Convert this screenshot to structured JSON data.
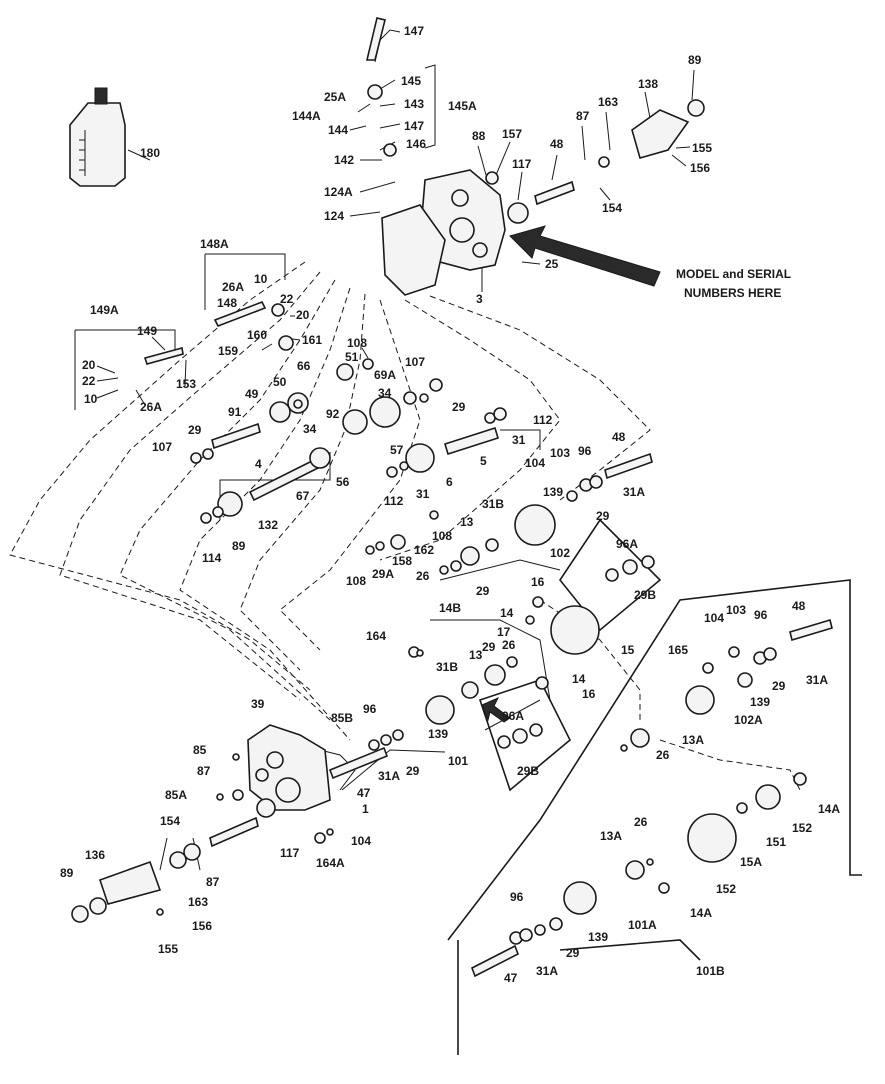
{
  "labels": {
    "l147_top": "147",
    "l145": "145",
    "l145A": "145A",
    "l25A": "25A",
    "l143": "143",
    "l144A": "144A",
    "l147_mid": "147",
    "l144": "144",
    "l146": "146",
    "l142": "142",
    "l124A": "124A",
    "l124": "124",
    "l180": "180",
    "l88": "88",
    "l157": "157",
    "l117_top": "117",
    "l48_top": "48",
    "l87_top": "87",
    "l163_top": "163",
    "l138": "138",
    "l89_top": "89",
    "l155_top": "155",
    "l156_top": "156",
    "l154_top": "154",
    "l25": "25",
    "l3": "3",
    "l148A": "148A",
    "l26A_top": "26A",
    "l10_top": "10",
    "l22_top": "22",
    "l148": "148",
    "l20_top": "20",
    "l149A": "149A",
    "l149": "149",
    "l160": "160",
    "l161": "161",
    "l159": "159",
    "l108_a": "108",
    "l20_left": "20",
    "l22_left": "22",
    "l153": "153",
    "l51": "51",
    "l66": "66",
    "l69A": "69A",
    "l10_left": "10",
    "l26A_left": "26A",
    "l107_a": "107",
    "l50": "50",
    "l49": "49",
    "l34_a": "34",
    "l91": "91",
    "l92": "92",
    "l29_a": "29",
    "l112_a": "112",
    "l29_b": "29",
    "l107_b": "107",
    "l34_b": "34",
    "l57": "57",
    "l31_a": "31",
    "l4": "4",
    "l5": "5",
    "l56": "56",
    "l6": "6",
    "l104_a": "104",
    "l103_a": "103",
    "l96_a": "96",
    "l48_mid": "48",
    "l31A_a": "31A",
    "l67": "67",
    "l112_b": "112",
    "l31_b": "31",
    "l139_a": "139",
    "l29_c": "29",
    "l31B_a": "31B",
    "l132": "132",
    "l89_mid": "89",
    "l114": "114",
    "l108_b": "108",
    "l13_a": "13",
    "l162": "162",
    "l158": "158",
    "l108_c": "108",
    "l29A": "29A",
    "l26_a": "26",
    "l29_d": "29",
    "l102": "102",
    "l96A_a": "96A",
    "l29B_a": "29B",
    "l16_a": "16",
    "l14B": "14B",
    "l14_a": "14",
    "l17": "17",
    "l164": "164",
    "l15": "15",
    "l29_e": "29",
    "l26_b": "26",
    "l13_b": "13",
    "l31B_b": "31B",
    "l14_b": "14",
    "l16_b": "16",
    "l39": "39",
    "l85B": "85B",
    "l96_b": "96",
    "l85": "85",
    "l139_b": "139",
    "l96A_b": "96A",
    "l87_mid": "87",
    "l31A_b": "31A",
    "l29_f": "29",
    "l101": "101",
    "l29B_b": "29B",
    "l85A": "85A",
    "l47_a": "47",
    "l1": "1",
    "l154_bot": "154",
    "l117_bot": "117",
    "l104_b": "104",
    "l164A": "164A",
    "l136": "136",
    "l89_bot": "89",
    "l87_bot": "87",
    "l163_bot": "163",
    "l156_bot": "156",
    "l155_bot": "155",
    "l104_c": "104",
    "l103_b": "103",
    "l96_c": "96",
    "l48_bot": "48",
    "l165": "165",
    "l31A_c": "31A",
    "l29_g": "29",
    "l139_c": "139",
    "l102A": "102A",
    "l13A_a": "13A",
    "l26_c": "26",
    "l14A_a": "14A",
    "l151": "151",
    "l152_a": "152",
    "l15A": "15A",
    "l152_b": "152",
    "l13A_b": "13A",
    "l26_d": "26",
    "l14A_b": "14A",
    "l96_d": "96",
    "l101A": "101A",
    "l139_d": "139",
    "l29_h": "29",
    "l31A_d": "31A",
    "l47_b": "47",
    "l101B": "101B"
  },
  "callout": {
    "line1": "MODEL and SERIAL",
    "line2": "NUMBERS HERE"
  }
}
